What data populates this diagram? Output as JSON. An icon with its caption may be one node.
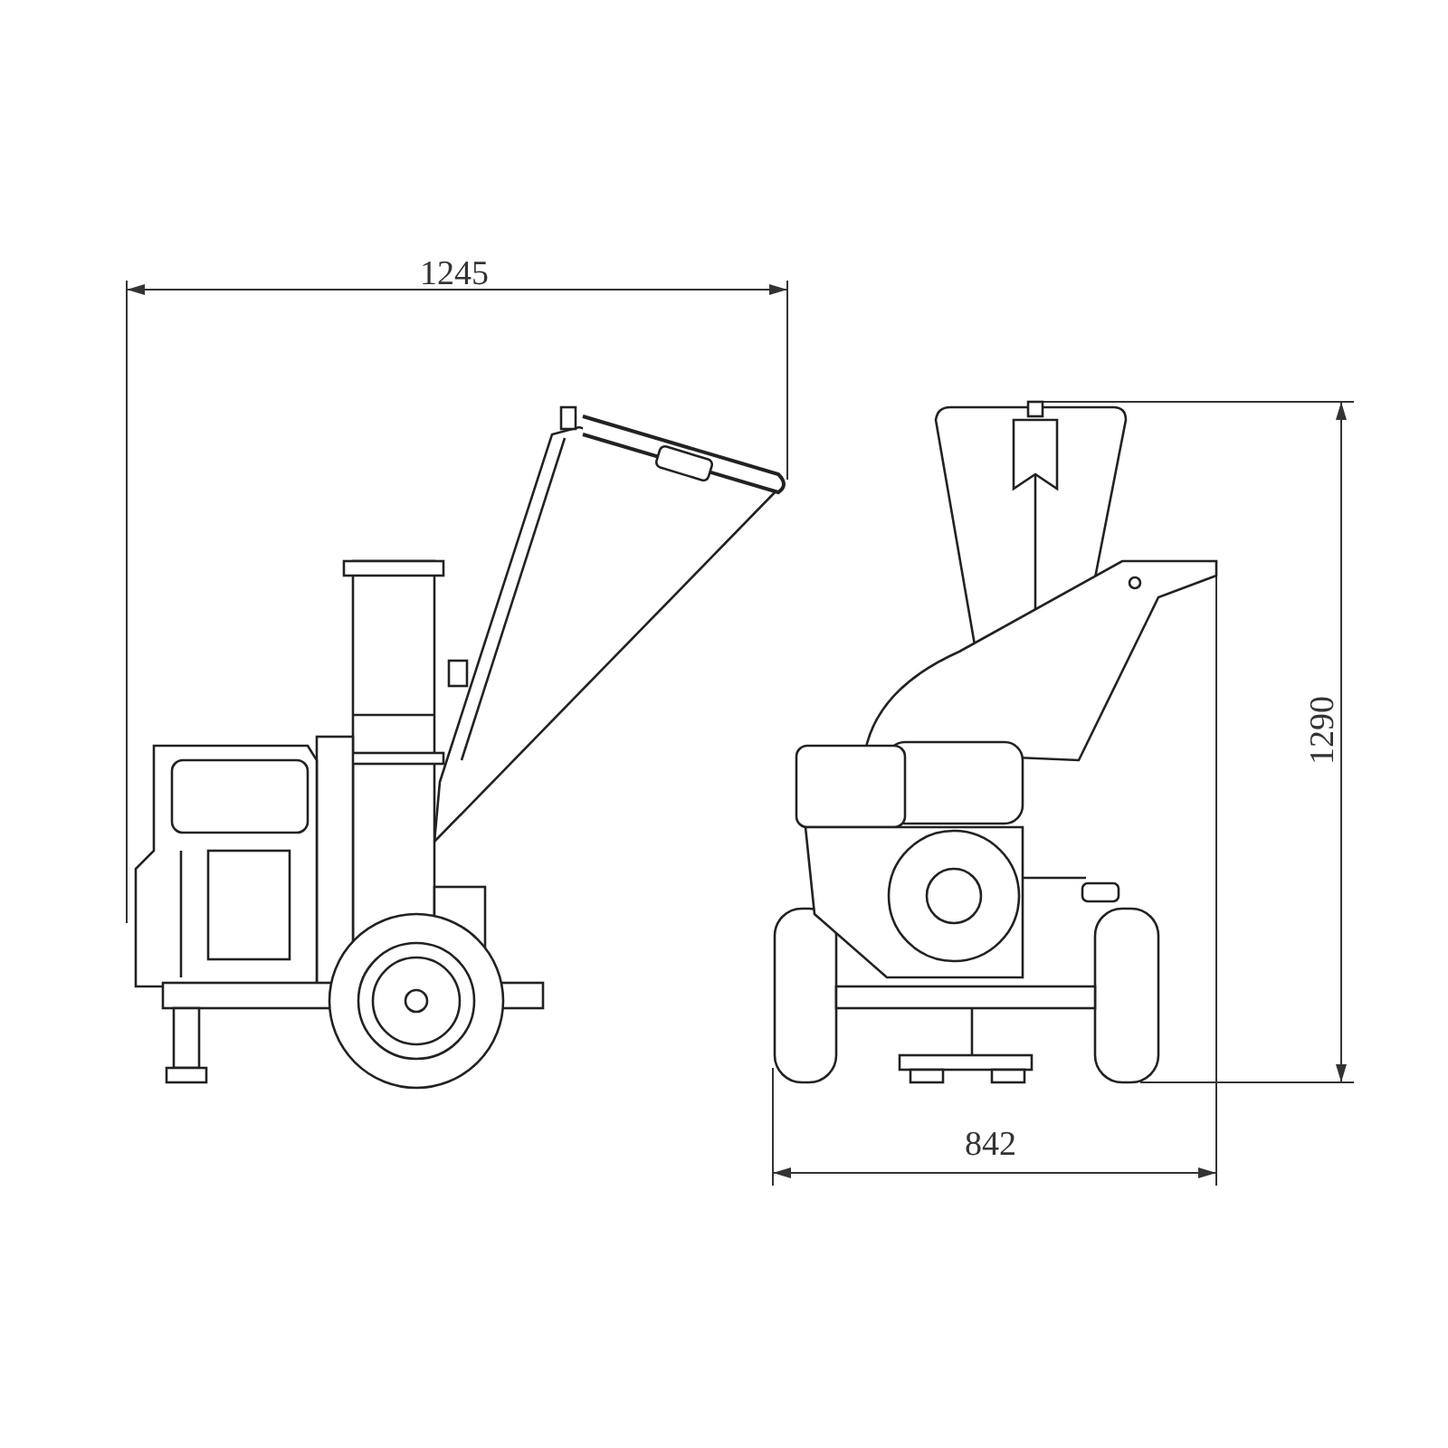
{
  "diagram": {
    "labels": [
      "1245",
      "1290",
      "842"
    ]
  }
}
